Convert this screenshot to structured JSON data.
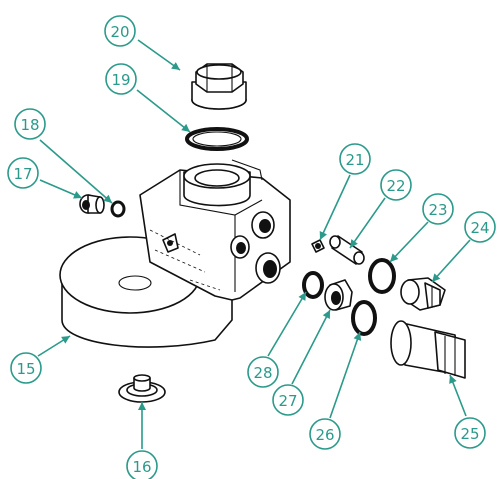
{
  "diagram": {
    "accent_color": "#2b9a8a",
    "line_color": "#111111",
    "callouts": [
      "20",
      "19",
      "18",
      "17",
      "21",
      "22",
      "23",
      "24",
      "15",
      "28",
      "27",
      "26",
      "25",
      "16"
    ]
  }
}
